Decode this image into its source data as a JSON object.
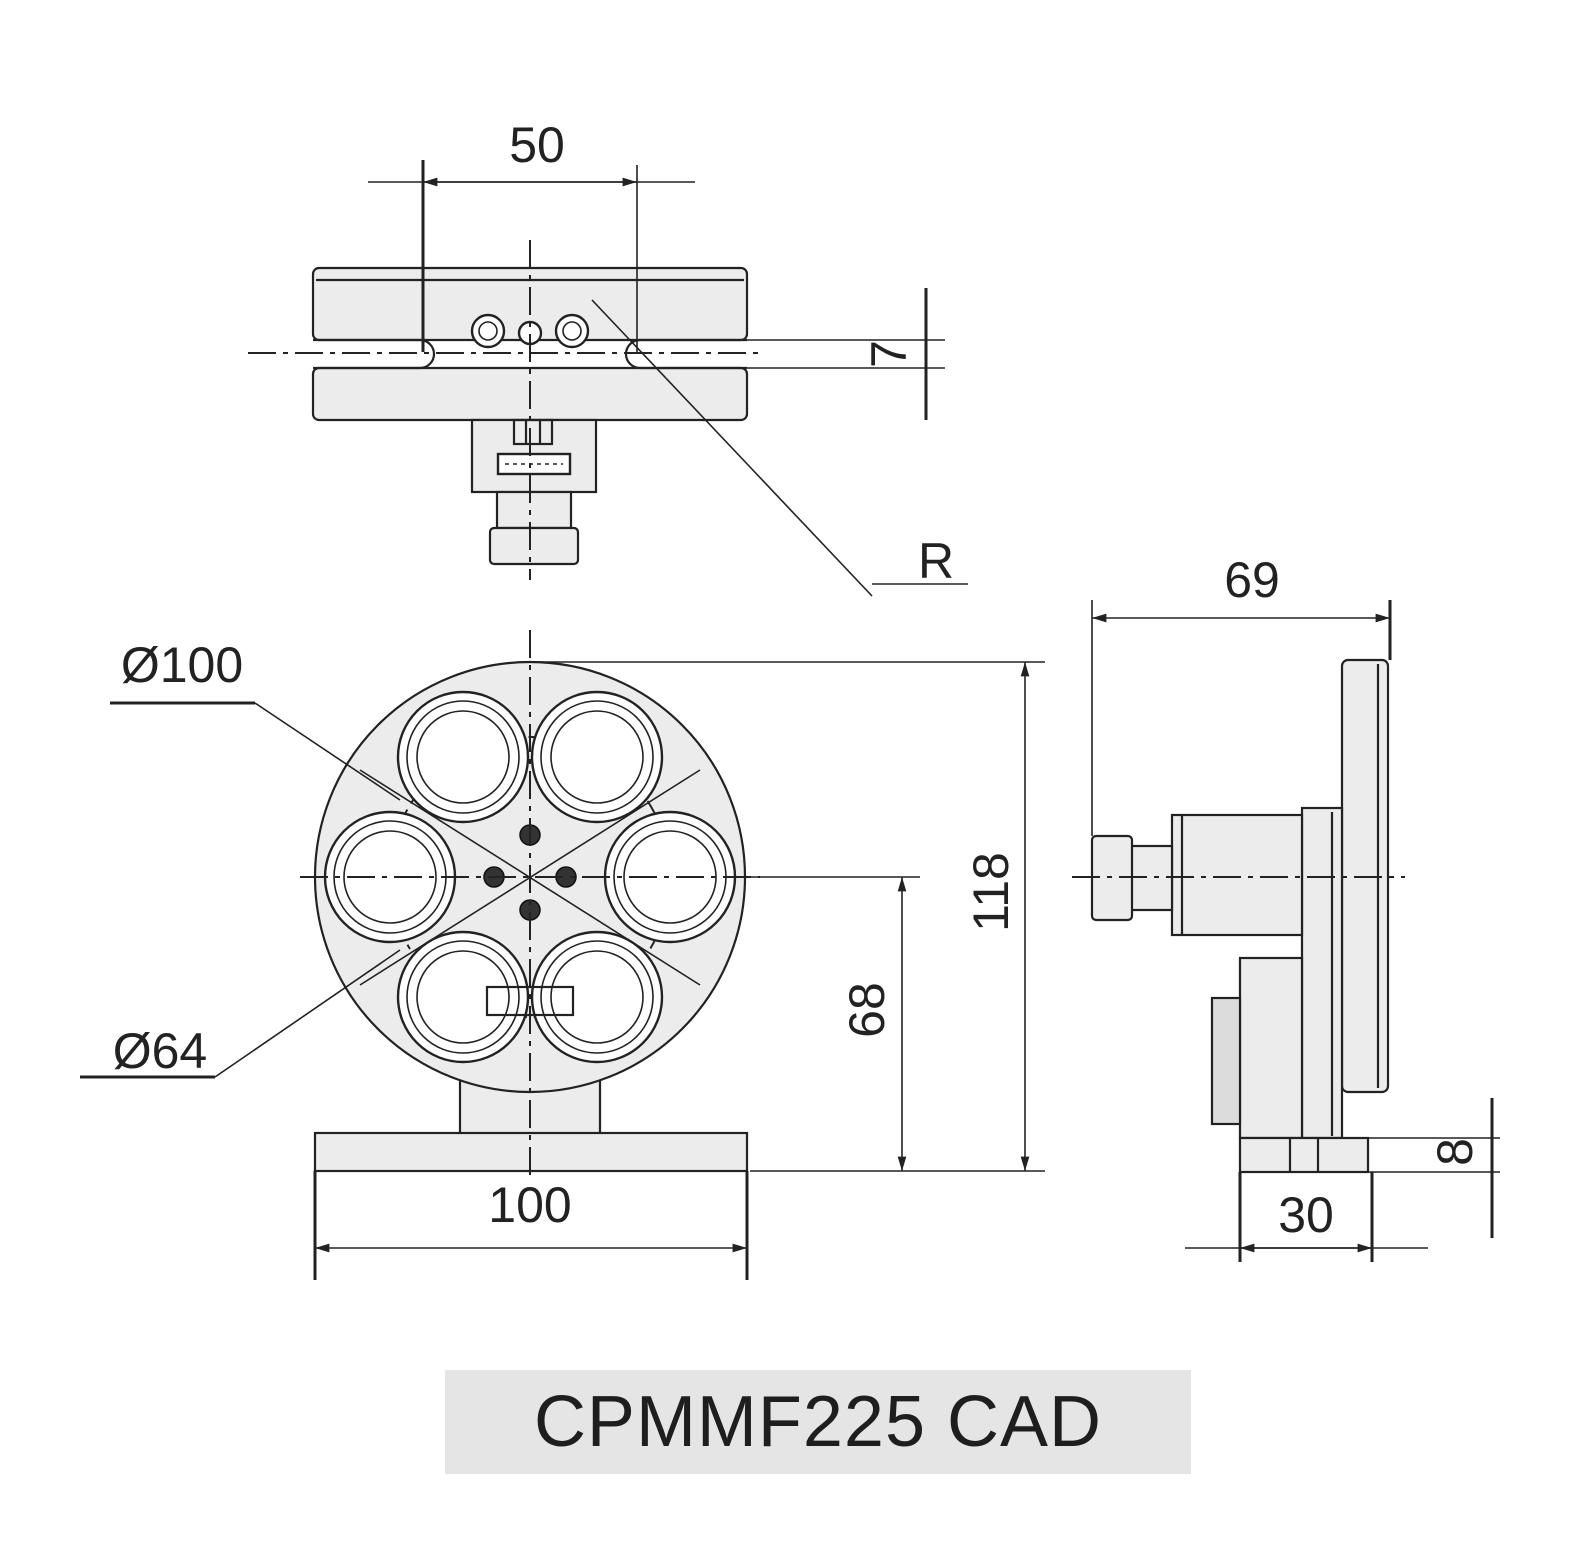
{
  "caption": "CPMMF225 CAD",
  "top_view": {
    "dim_width": "50",
    "dim_slot": "7",
    "dim_radius": "R"
  },
  "front_view": {
    "dim_outer_diameter": "Ø100",
    "dim_pitch_diameter": "Ø64",
    "dim_base_width": "100",
    "dim_center_height": "68",
    "dim_total_height": "118"
  },
  "side_view": {
    "dim_depth": "69",
    "dim_foot_width": "30",
    "dim_foot_height": "8"
  }
}
